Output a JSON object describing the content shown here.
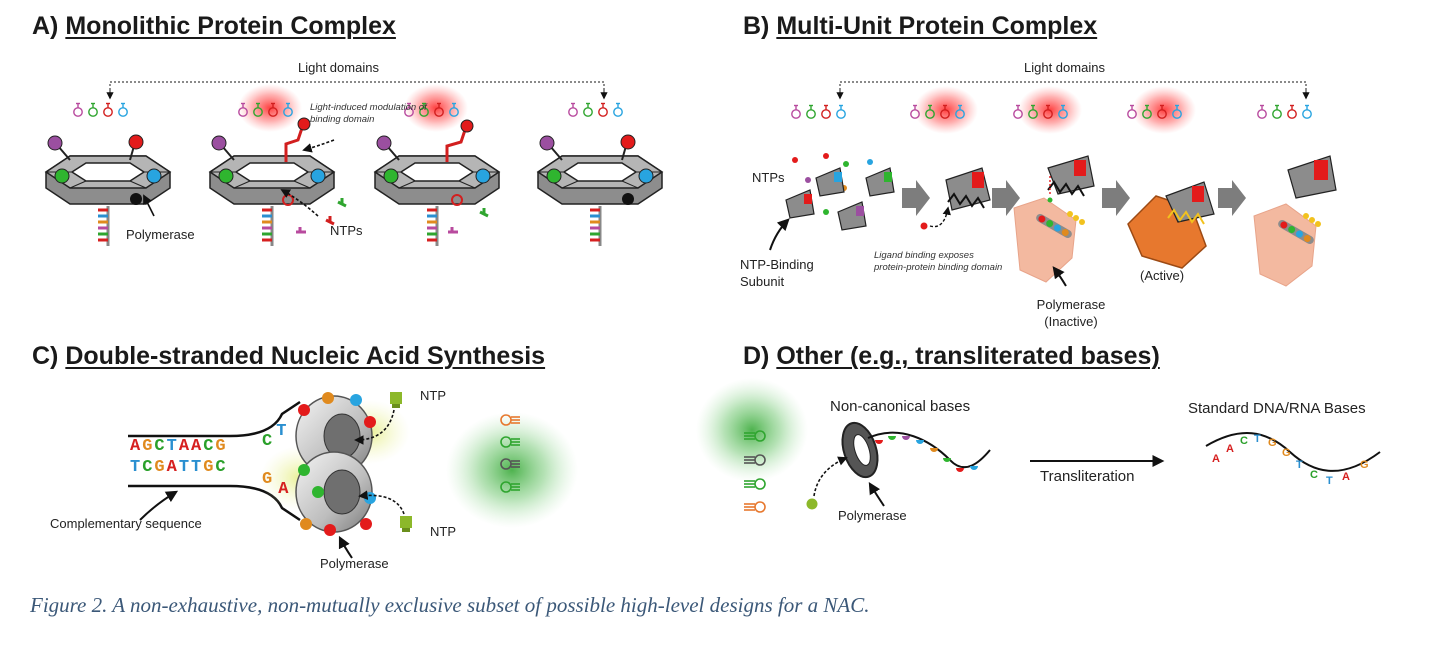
{
  "panels": {
    "a": {
      "letter": "A)",
      "title": "Monolithic Protein Complex",
      "light_domains": "Light domains",
      "modulation_note": "Light-induced modulation of binding domain",
      "polymerase": "Polymerase",
      "ntps": "NTPs"
    },
    "b": {
      "letter": "B)",
      "title": "Multi-Unit Protein Complex",
      "light_domains": "Light domains",
      "ntps": "NTPs",
      "ntp_binding_subunit": "NTP-Binding Subunit",
      "ligand_note": "Ligand binding exposes protein-protein binding domain",
      "polymerase_inactive": "Polymerase (Inactive)",
      "active": "(Active)"
    },
    "c": {
      "letter": "C)",
      "title": "Double-stranded Nucleic Acid Synthesis",
      "top_strand": [
        "A",
        "G",
        "C",
        "T",
        "A",
        "A",
        "C",
        "G"
      ],
      "bottom_strand": [
        "T",
        "C",
        "G",
        "A",
        "T",
        "T",
        "G",
        "C"
      ],
      "top_extra": [
        "C",
        "T"
      ],
      "bottom_extra": [
        "G",
        "A"
      ],
      "ntp_top": "NTP",
      "ntp_bottom": "NTP",
      "complementary": "Complementary sequence",
      "polymerase": "Polymerase"
    },
    "d": {
      "letter": "D)",
      "title": "Other (e.g., transliterated bases)",
      "noncanonical": "Non-canonical bases",
      "standard": "Standard DNA/RNA Bases",
      "transliteration": "Transliteration",
      "polymerase": "Polymerase",
      "standard_bases": [
        "A",
        "A",
        "C",
        "T",
        "G",
        "G",
        "T",
        "C",
        "T",
        "A",
        "G"
      ]
    }
  },
  "caption": "Figure 2. A non-exhaustive, non-mutually exclusive subset of possible high-level designs for a NAC.",
  "colors": {
    "A": "#d62020",
    "G": "#e08a1e",
    "C": "#2aa02a",
    "T": "#2a8fd0",
    "red": "#e31b1b",
    "green": "#2fb52f",
    "blue": "#28a4e0",
    "purple": "#9b4fa0",
    "magenta": "#b84a9e",
    "gray": "#8c8c8c",
    "pink": "#f3b9a0",
    "orange": "#e7782e",
    "caption": "#3b5878"
  }
}
